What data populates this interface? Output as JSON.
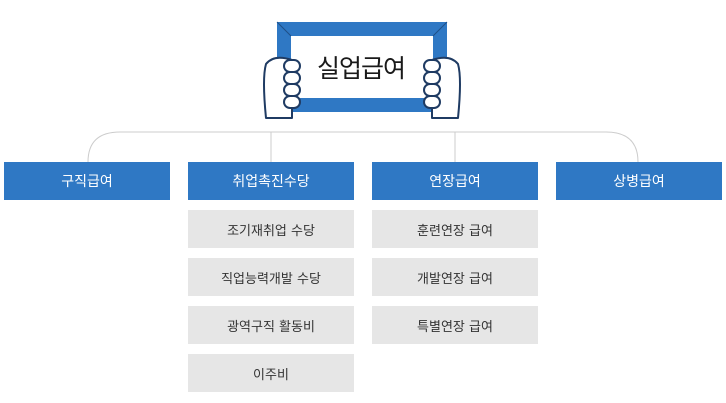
{
  "title": "실업급여",
  "categories": [
    {
      "label": "구직급여",
      "items": []
    },
    {
      "label": "취업촉진수당",
      "items": [
        "조기재취업 수당",
        "직업능력개발 수당",
        "광역구직 활동비",
        "이주비"
      ]
    },
    {
      "label": "연장급여",
      "items": [
        "훈련연장 급여",
        "개발연장 급여",
        "특별연장 급여"
      ]
    },
    {
      "label": "상병급여",
      "items": []
    }
  ],
  "colors": {
    "accent": "#2f78c4",
    "sub_bg": "#e6e6e6",
    "line": "#cccccc",
    "hand_outline": "#1f3b63"
  }
}
